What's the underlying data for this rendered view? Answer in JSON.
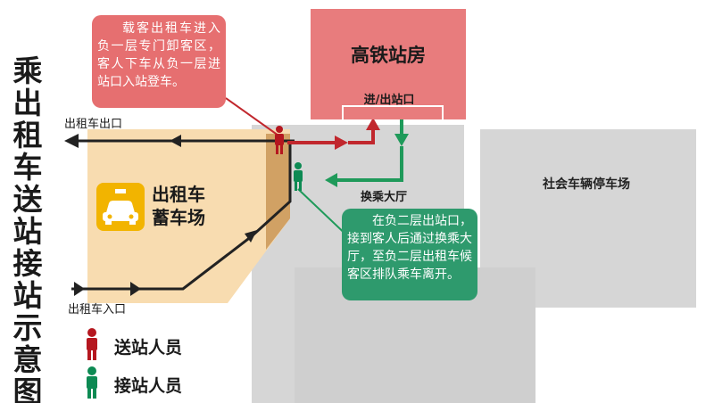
{
  "title_vertical": "乘出租车送站接站示意图",
  "station": {
    "name": "高铁站房",
    "gate": "进/出站口"
  },
  "taxi_lot": {
    "name_line1": "出租车",
    "name_line2": "蓄车场",
    "icon": "taxi-icon"
  },
  "exit_label": "出租车出口",
  "entry_label": "出租车入口",
  "transfer_hall": "换乘大厅",
  "social_parking": "社会车辆停车场",
  "callout_dropoff": "载客出租车进入负一层专门卸客区，客人下车从负一层进站口入站登车。",
  "callout_pickup": "在负二层出站口，接到客人后通过换乘大厅，至负二层出租车候客区排队乘车离开。",
  "legend": [
    {
      "label": "送站人员",
      "icon": "person-icon",
      "color": "#b5171f"
    },
    {
      "label": "接站人员",
      "icon": "person-icon",
      "color": "#0d8a53"
    }
  ],
  "colors": {
    "station": "#e87c7d",
    "taxi_lot_bg": "#f8dcb0",
    "road": "#222222",
    "dropoff_route": "#c1272d",
    "pickup_route": "#1f9a5a",
    "building": "#d9d9d9"
  }
}
